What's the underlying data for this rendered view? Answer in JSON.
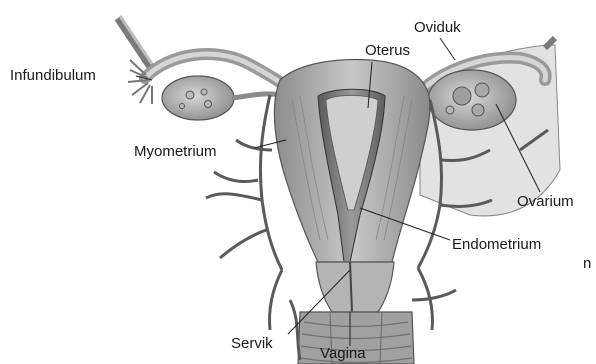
{
  "labels": {
    "infundibulum": "Infundibulum",
    "oviduk": "Oviduk",
    "oterus": "Oterus",
    "myometrium": "Myometrium",
    "ovarium": "Ovarium",
    "endometrium": "Endometrium",
    "servik": "Servik",
    "vagina": "Vagina",
    "edge_char": "n"
  },
  "colors": {
    "background": "#ffffff",
    "tissue_light": "#d4d4d4",
    "tissue_mid": "#a8a8a8",
    "tissue_dark": "#6a6a6a",
    "line": "#222222"
  }
}
